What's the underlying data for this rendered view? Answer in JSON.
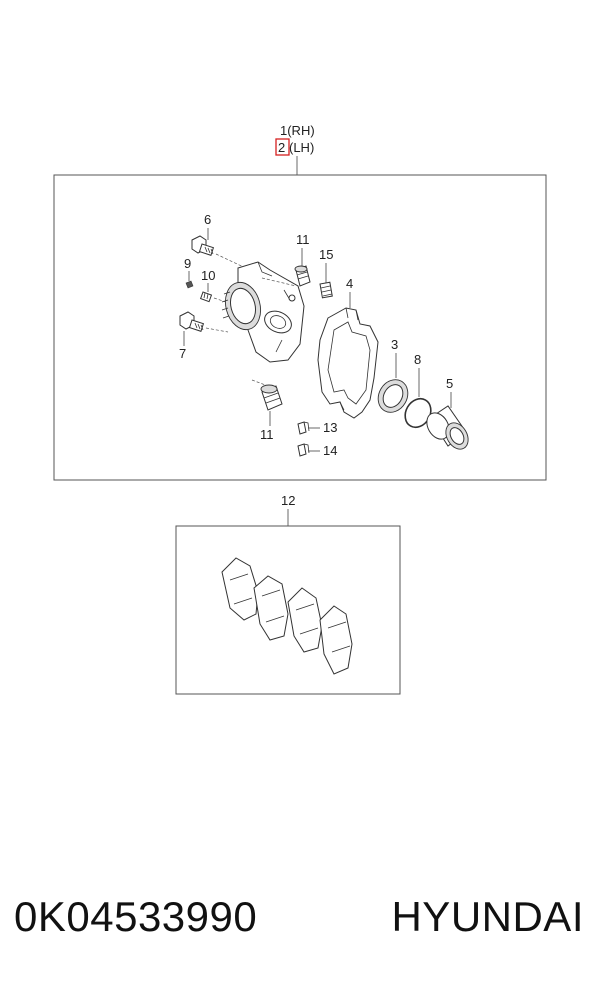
{
  "callouts": {
    "assembly_rh": "1(RH)",
    "assembly_lh_num": "2",
    "assembly_lh_text": "(LH)",
    "c6": "6",
    "c9": "9",
    "c10": "10",
    "c7": "7",
    "c11_top": "11",
    "c15": "15",
    "c4": "4",
    "c3": "3",
    "c8": "8",
    "c5": "5",
    "c11_bottom": "11",
    "c13": "13",
    "c14": "14",
    "c12": "12"
  },
  "highlight_color": "#d62020",
  "footer": {
    "part_number": "0K04533990",
    "brand": "HYUNDAI"
  }
}
